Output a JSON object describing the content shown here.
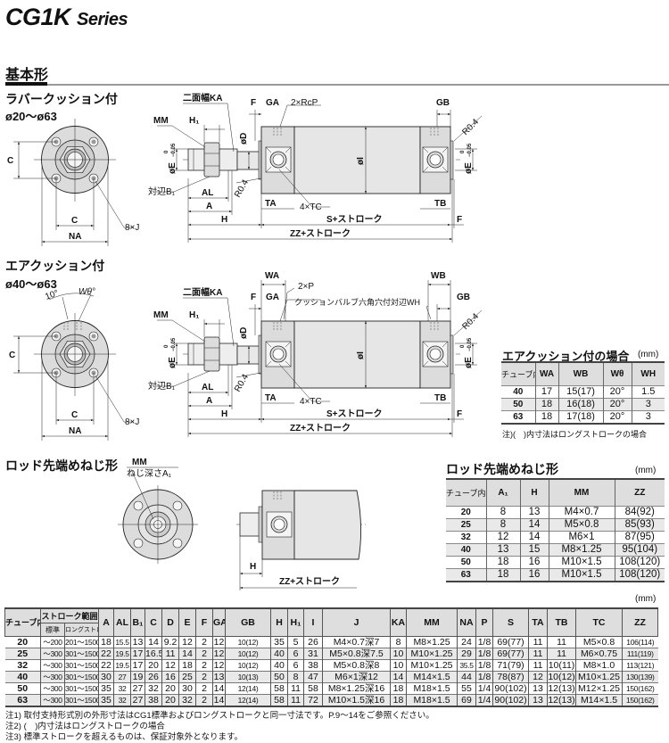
{
  "header": {
    "series_code": "CG1K",
    "series_word": "Series"
  },
  "basic": {
    "title": "基本形"
  },
  "rubber": {
    "title": "ラバークッション付",
    "range": "ø20〜ø63",
    "port": "2×RcP"
  },
  "air": {
    "title": "エアクッション付",
    "range": "ø40〜ø63",
    "port": "2×P",
    "wa": "WA",
    "wb": "WB",
    "valve": "クッションバルブ六角穴付対辺WH",
    "angle10": "10°",
    "wtheta": "Wθ°"
  },
  "dims": {
    "ka": "二面幅KA",
    "f": "F",
    "ga": "GA",
    "gb": "GB",
    "r04": "R0.4",
    "mm": "MM",
    "h1": "H₁",
    "od": "øD",
    "oe": "øE",
    "tol_upper": "0",
    "tol_lower": "−0.05",
    "oi": "øI",
    "c": "C",
    "b1": "対辺B₁",
    "al": "AL",
    "a": "A",
    "h": "H",
    "ta": "TA",
    "tc": "4×TC",
    "tb": "TB",
    "s_stroke": "S+ストローク",
    "zz_stroke": "ZZ+ストローク",
    "j": "8×J",
    "na": "NA"
  },
  "rod_end": {
    "title": "ロッド先端めねじ形",
    "mm": "MM",
    "depth": "ねじ深さA₁",
    "h": "H",
    "zz_stroke": "ZZ+ストローク",
    "unit": "(mm)",
    "headers": [
      "チューブ内径",
      "A₁",
      "H",
      "MM",
      "ZZ"
    ],
    "rows": [
      [
        "20",
        "8",
        "13",
        "M4×0.7",
        "84(92)"
      ],
      [
        "25",
        "8",
        "14",
        "M5×0.8",
        "85(93)"
      ],
      [
        "32",
        "12",
        "14",
        "M6×1",
        "87(95)"
      ],
      [
        "40",
        "13",
        "15",
        "M8×1.25",
        "95(104)"
      ],
      [
        "50",
        "18",
        "16",
        "M10×1.5",
        "108(120)"
      ],
      [
        "63",
        "18",
        "16",
        "M10×1.5",
        "108(120)"
      ]
    ]
  },
  "air_table": {
    "title": "エアクッション付の場合",
    "unit": "(mm)",
    "headers": [
      "チューブ内径",
      "WA",
      "WB",
      "Wθ",
      "WH"
    ],
    "rows": [
      [
        "40",
        "17",
        "15(17)",
        "20°",
        "1.5"
      ],
      [
        "50",
        "18",
        "16(18)",
        "20°",
        "3"
      ],
      [
        "63",
        "18",
        "17(18)",
        "20°",
        "3"
      ]
    ],
    "note": "注)(　)内寸法はロングストロークの場合"
  },
  "main_table": {
    "unit": "(mm)",
    "tube_header": "チューブ内径",
    "stroke_header": "ストローク範囲",
    "stroke_sub": [
      "標準",
      "ロングストローク"
    ],
    "headers": [
      "A",
      "AL",
      "B₁",
      "C",
      "D",
      "E",
      "F",
      "GA",
      "GB",
      "H",
      "H₁",
      "I",
      "J",
      "KA",
      "MM",
      "NA",
      "P",
      "S",
      "TA",
      "TB",
      "TC",
      "ZZ"
    ],
    "rows": [
      [
        "20",
        "〜200",
        "201〜1500",
        "18",
        "15.5",
        "13",
        "14",
        "9.2",
        "12",
        "2",
        "12",
        "10(12)",
        "35",
        "5",
        "26",
        "M4×0.7深7",
        "8",
        "M8×1.25",
        "24",
        "1/8",
        "69(77)",
        "11",
        "11",
        "M5×0.8",
        "106(114)"
      ],
      [
        "25",
        "〜300",
        "301〜1500",
        "22",
        "19.5",
        "17",
        "16.5",
        "11",
        "14",
        "2",
        "12",
        "10(12)",
        "40",
        "6",
        "31",
        "M5×0.8深7.5",
        "10",
        "M10×1.25",
        "29",
        "1/8",
        "69(77)",
        "11",
        "11",
        "M6×0.75",
        "111(119)"
      ],
      [
        "32",
        "〜300",
        "301〜1500",
        "22",
        "19.5",
        "17",
        "20",
        "12",
        "18",
        "2",
        "12",
        "10(12)",
        "40",
        "6",
        "38",
        "M5×0.8深8",
        "10",
        "M10×1.25",
        "35.5",
        "1/8",
        "71(79)",
        "11",
        "10(11)",
        "M8×1.0",
        "113(121)"
      ],
      [
        "40",
        "〜300",
        "301〜1500",
        "30",
        "27",
        "19",
        "26",
        "16",
        "25",
        "2",
        "13",
        "10(13)",
        "50",
        "8",
        "47",
        "M6×1深12",
        "14",
        "M14×1.5",
        "44",
        "1/8",
        "78(87)",
        "12",
        "10(12)",
        "M10×1.25",
        "130(139)"
      ],
      [
        "50",
        "〜300",
        "301〜1500",
        "35",
        "32",
        "27",
        "32",
        "20",
        "30",
        "2",
        "14",
        "12(14)",
        "58",
        "11",
        "58",
        "M8×1.25深16",
        "18",
        "M18×1.5",
        "55",
        "1/4",
        "90(102)",
        "13",
        "12(13)",
        "M12×1.25",
        "150(162)"
      ],
      [
        "63",
        "〜300",
        "301〜1500",
        "35",
        "32",
        "27",
        "38",
        "20",
        "32",
        "2",
        "14",
        "12(14)",
        "58",
        "11",
        "72",
        "M10×1.5深16",
        "18",
        "M18×1.5",
        "69",
        "1/4",
        "90(102)",
        "13",
        "12(13)",
        "M14×1.5",
        "150(162)"
      ]
    ],
    "notes": [
      "注1) 取付支持形式別の外形寸法はCG1標準およびロングストロークと同一寸法です。P.9〜14をご参照ください。",
      "注2) (　)内寸法はロングストロークの場合",
      "注3) 標準ストロークを超えるものは、保証対象外となります。"
    ]
  }
}
